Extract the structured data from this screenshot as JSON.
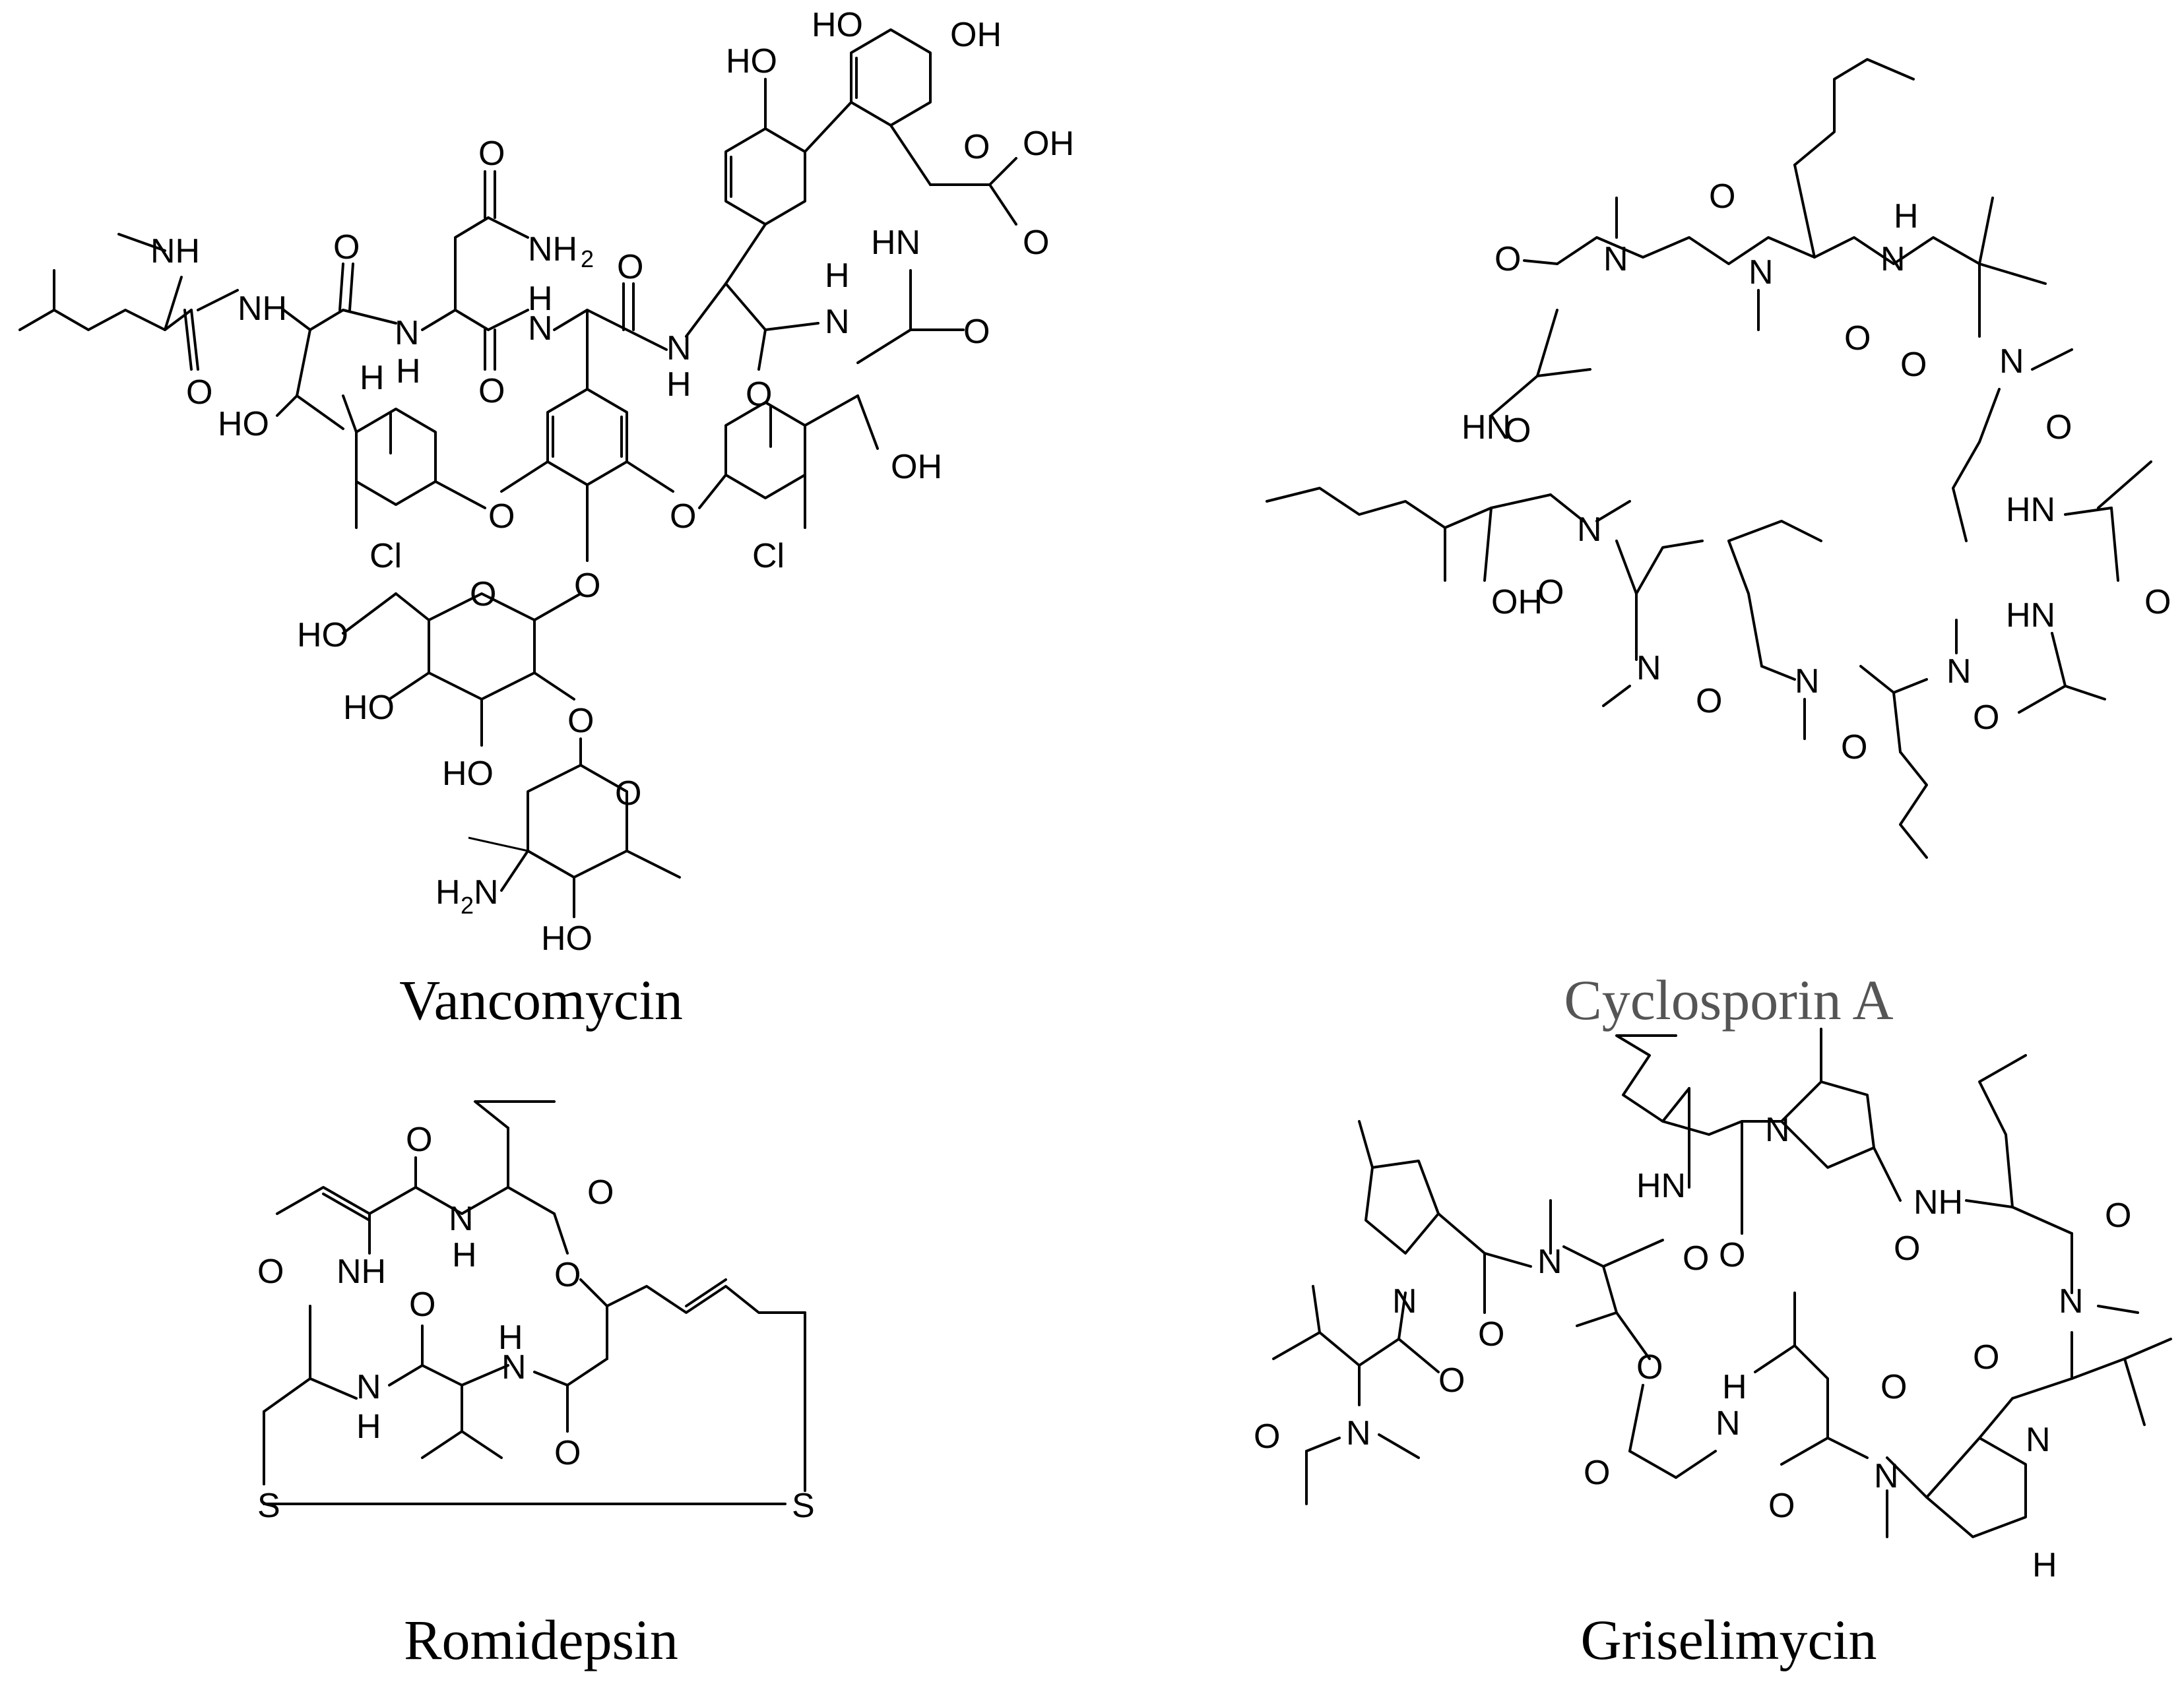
{
  "colors": {
    "ink": "#000000",
    "caption_gray": "#555555",
    "background": "#ffffff"
  },
  "panels": [
    {
      "id": "vancomycin",
      "caption": "Vancomycin",
      "atom_labels": [
        "NH",
        "NH",
        "NH2",
        "O",
        "O",
        "O",
        "O",
        "O",
        "O",
        "O",
        "N",
        "N",
        "H",
        "N",
        "H",
        "N",
        "H",
        "HO",
        "OH",
        "HO",
        "OH",
        "O",
        "HO",
        "OH",
        "HO",
        "HO",
        "HO",
        "OH",
        "O",
        "O",
        "O",
        "O",
        "O",
        "Cl",
        "Cl",
        "H2N",
        "HO",
        "NH",
        "N",
        "O",
        "H"
      ]
    },
    {
      "id": "cyclosporin-a",
      "caption": "Cyclosporin A",
      "atom_labels": [
        "O",
        "N",
        "O",
        "N",
        "H",
        "N",
        "HN",
        "O",
        "N",
        "O",
        "N",
        "O",
        "HN",
        "O",
        "N",
        "N",
        "HN",
        "OH",
        "O",
        "N",
        "O",
        "N",
        "O",
        "N",
        "O",
        "HN"
      ]
    },
    {
      "id": "romidepsin",
      "caption": "Romidepsin",
      "atom_labels": [
        "O",
        "N",
        "H",
        "O",
        "O",
        "NH",
        "O",
        "O",
        "H",
        "N",
        "N",
        "H",
        "O",
        "S",
        "S"
      ]
    },
    {
      "id": "griselimycin",
      "caption": "Griselimycin",
      "atom_labels": [
        "HN",
        "N",
        "O",
        "O",
        "NH",
        "O",
        "N",
        "O",
        "N",
        "O",
        "O",
        "N",
        "O",
        "O",
        "N",
        "O",
        "H",
        "N",
        "O",
        "N",
        "N",
        "O",
        "O",
        "N",
        "H"
      ]
    }
  ]
}
